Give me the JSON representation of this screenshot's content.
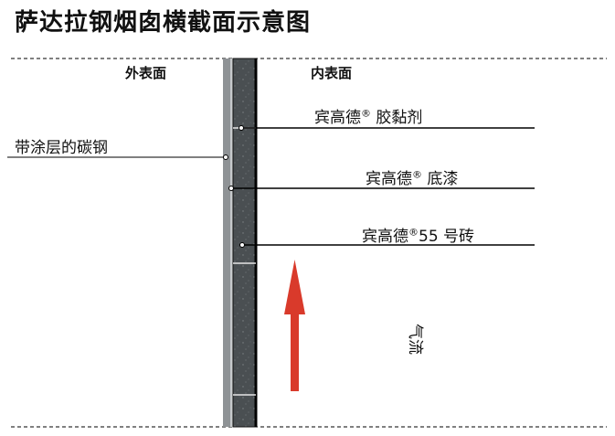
{
  "title": "萨达拉钢烟囱横截面示意图",
  "side_labels": {
    "outer": "外表面",
    "inner": "内表面"
  },
  "layers": {
    "coated_steel": "带涂层的碳钢",
    "adhesive": {
      "brand": "宾高德",
      "mark": "®",
      "name": " 胶黏剂"
    },
    "primer": {
      "brand": "宾高德",
      "mark": "®",
      "name": "  底漆"
    },
    "brick": {
      "brand": "宾高德",
      "mark": "®",
      "name": "55 号砖"
    }
  },
  "airflow_label": "气流",
  "colors": {
    "brick": "#4a4f52",
    "steel": "#8f9396",
    "arrow": "#d93a2b",
    "line": "#000000"
  }
}
